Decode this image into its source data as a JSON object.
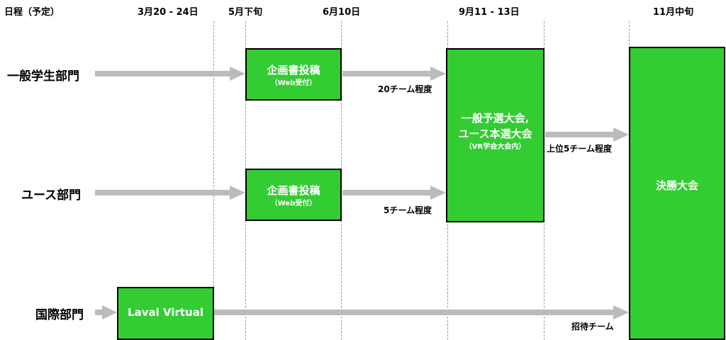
{
  "header": {
    "schedule_label": "日程（予定）",
    "dates": [
      "3月20 - 24日",
      "5月下旬",
      "6月10日",
      "9月11 - 13日",
      "11月中旬"
    ]
  },
  "rows": {
    "general": "一般学生部門",
    "youth": "ユース部門",
    "international": "国際部門"
  },
  "boxes": {
    "proposal_general": {
      "title": "企画書投稿",
      "sub": "（Web受付）"
    },
    "proposal_youth": {
      "title": "企画書投稿",
      "sub": "（Web受付）"
    },
    "prelim": {
      "line1": "一般予選大会,",
      "line2": "ユース本選大会",
      "sub": "（VR学会大会内）"
    },
    "final": {
      "title": "決勝大会"
    },
    "laval": {
      "title": "Laval Virtual"
    }
  },
  "notes": {
    "general_count": "20チーム程度",
    "youth_count": "5チーム程度",
    "top_count": "上位5チーム程度",
    "invited": "招待チーム"
  },
  "colors": {
    "box_fill": "#33cc33",
    "arrow": "#bbbbbb",
    "guide": "#9a9a9a"
  }
}
